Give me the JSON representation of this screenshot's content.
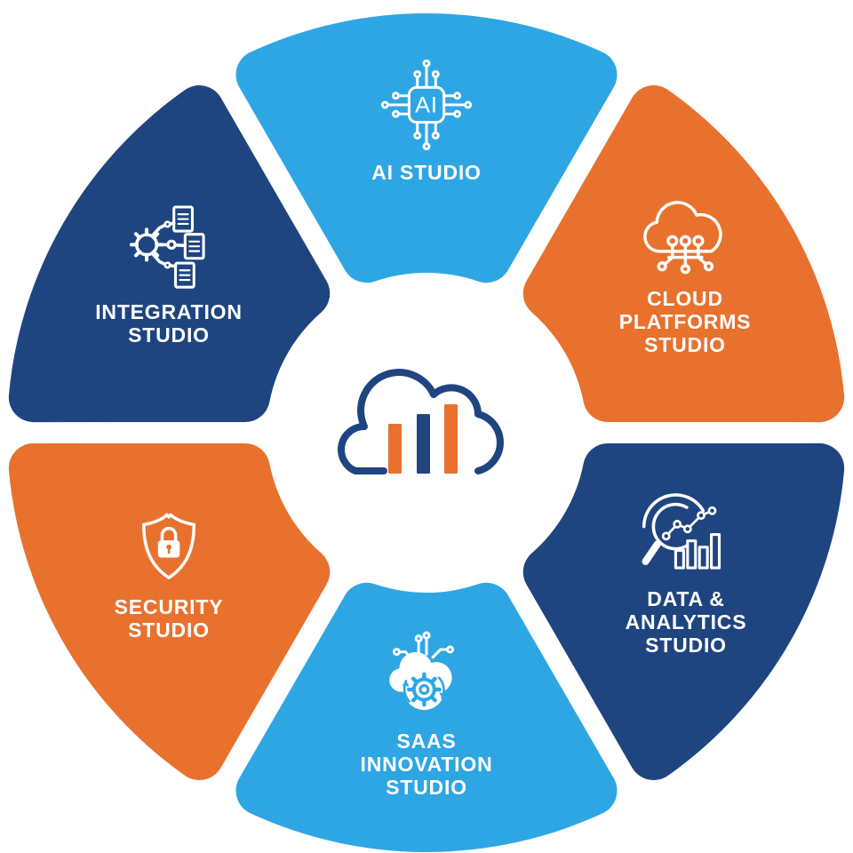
{
  "title": "Studios capability wheel",
  "colors": {
    "light_blue": "#2FA6E4",
    "orange": "#E8712E",
    "navy": "#1F4580",
    "white": "#FFFFFF"
  },
  "center_logo": {
    "name": "cloud-bar-chart-logo",
    "cloud_outline_color": "#1F4580",
    "bar_colors": [
      "#E8712E",
      "#1F4580",
      "#E8712E"
    ]
  },
  "segments": [
    {
      "id": "ai-studio",
      "position": "top",
      "label": "AI STUDIO",
      "lines": [
        "AI STUDIO"
      ],
      "color": "#2FA6E4",
      "icon": "ai-chip-icon",
      "chip_label": "AI"
    },
    {
      "id": "cloud-platforms-studio",
      "position": "top-right",
      "label": "CLOUD PLATFORMS STUDIO",
      "lines": [
        "CLOUD",
        "PLATFORMS",
        "STUDIO"
      ],
      "color": "#E8712E",
      "icon": "cloud-circuit-icon"
    },
    {
      "id": "data-analytics-studio",
      "position": "bottom-right",
      "label": "DATA & ANALYTICS STUDIO",
      "lines": [
        "DATA &",
        "ANALYTICS",
        "STUDIO"
      ],
      "color": "#1F4580",
      "icon": "magnifier-bar-chart-icon"
    },
    {
      "id": "saas-innovation-studio",
      "position": "bottom",
      "label": "SAAS INNOVATION STUDIO",
      "lines": [
        "SAAS",
        "INNOVATION",
        "STUDIO"
      ],
      "color": "#2FA6E4",
      "icon": "cloud-gear-refresh-icon"
    },
    {
      "id": "security-studio",
      "position": "bottom-left",
      "label": "SECURITY STUDIO",
      "lines": [
        "SECURITY",
        "STUDIO"
      ],
      "color": "#E8712E",
      "icon": "shield-lock-icon"
    },
    {
      "id": "integration-studio",
      "position": "top-left",
      "label": "INTEGRATION STUDIO",
      "lines": [
        "INTEGRATION",
        "STUDIO"
      ],
      "color": "#1F4580",
      "icon": "gear-documents-icon"
    }
  ]
}
